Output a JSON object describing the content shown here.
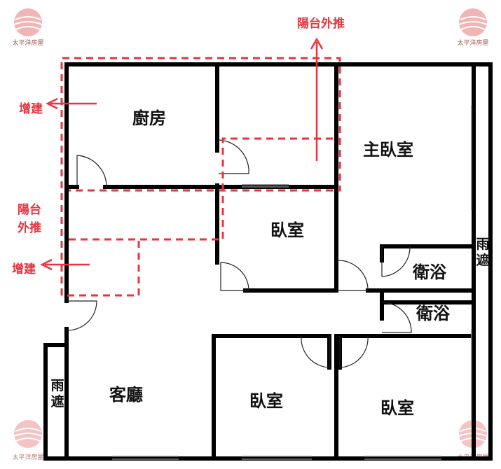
{
  "logo": {
    "text": "太平洋房屋",
    "color": "#e07070"
  },
  "rooms": {
    "kitchen": "廚房",
    "master_bedroom": "主臥室",
    "bedroom_middle": "臥室",
    "bath_1": "衛浴",
    "bath_2": "衛浴",
    "living_room": "客廳",
    "bedroom_bottom_left": "臥室",
    "bedroom_bottom_right": "臥室",
    "canopy_left": [
      "雨",
      "遮"
    ],
    "canopy_right": [
      "雨",
      "遮"
    ]
  },
  "annotations": {
    "balcony_top": "陽台外推",
    "extension_top": "增建",
    "balcony_left": [
      "陽台",
      "外推"
    ],
    "extension_bottom": "增建"
  },
  "colors": {
    "wall": "#000000",
    "annotation": "#e8343f"
  }
}
